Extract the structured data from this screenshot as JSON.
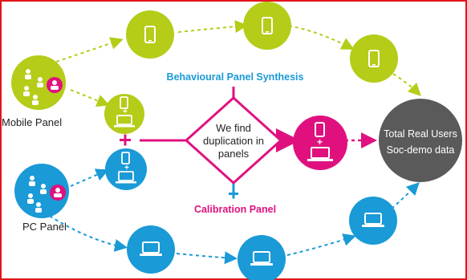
{
  "diagram": {
    "labels": {
      "mobile_panel": "Mobile Panel",
      "pc_panel": "PC Panel",
      "behavioural_synthesis": "Behavioural Panel Synthesis",
      "calibration_panel": "Calibration Panel",
      "center_line1": "We find",
      "center_line2": "duplication in",
      "center_line3": "panels",
      "result_line1": "Total Real Users",
      "result_line2": "Soc-demo data"
    },
    "colors": {
      "mobile": "#b5cc18",
      "pc": "#1a9ad6",
      "synthesis": "#e0117f",
      "result": "#5a5a5a",
      "border": "#e3141c"
    },
    "icons": [
      "phone-icon",
      "laptop-icon",
      "people-icon",
      "plus-icon"
    ]
  }
}
